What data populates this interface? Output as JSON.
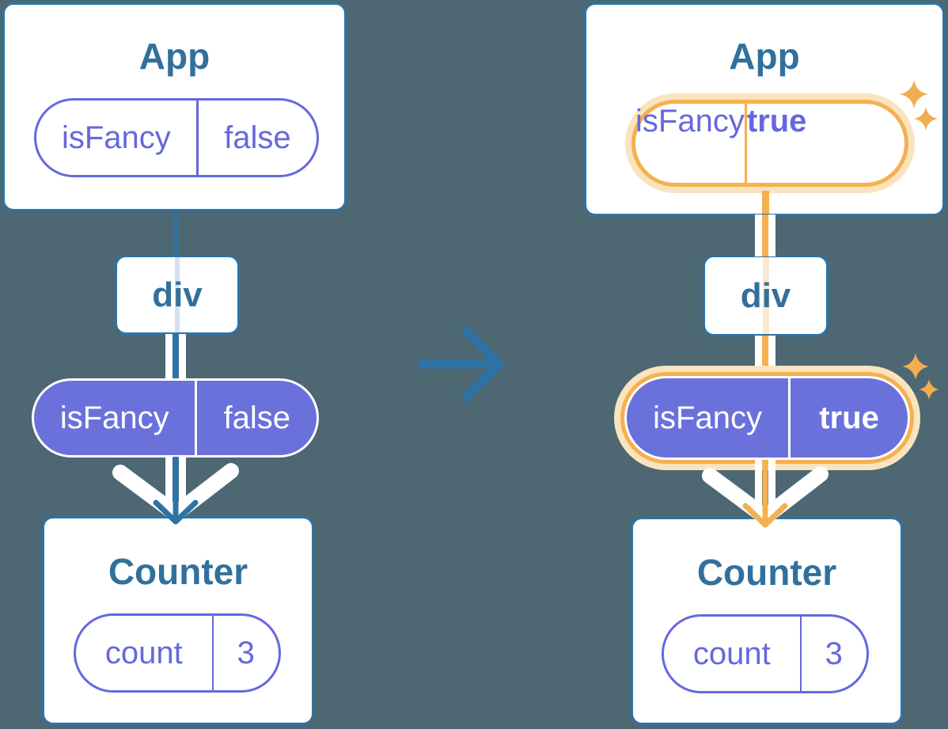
{
  "figure": {
    "description": "Component tree before and after a state update: App state isFancy flips from false to true and is passed down through div to Counter",
    "before": {
      "app": {
        "title": "App",
        "state_key": "isFancy",
        "state_value": "false"
      },
      "middle": {
        "title": "div"
      },
      "prop": {
        "key": "isFancy",
        "value": "false"
      },
      "counter": {
        "title": "Counter",
        "state_key": "count",
        "state_value": "3"
      }
    },
    "after": {
      "app": {
        "title": "App",
        "state_key": "isFancy",
        "state_value": "true"
      },
      "middle": {
        "title": "div"
      },
      "prop": {
        "key": "isFancy",
        "value": "true"
      },
      "counter": {
        "title": "Counter",
        "state_key": "count",
        "state_value": "3"
      }
    }
  },
  "icons": {
    "transition_arrow": "right-arrow",
    "pass_down_arrow": "chunky-down-arrow",
    "highlight_sparkles": "four-point-sparkle"
  },
  "colors": {
    "background": "#4D6773",
    "card_fill": "#FFFFFF",
    "card_border": "#2E73A5",
    "heading_text": "#31709C",
    "purple_stroke": "#6568DD",
    "purple_fill": "#6A71DB",
    "highlight_orange": "#F5B04F",
    "highlight_glow": "#FAE4BE",
    "pale_orange_line": "#FBE9D2",
    "pale_blue_line": "#D7E0F0"
  }
}
